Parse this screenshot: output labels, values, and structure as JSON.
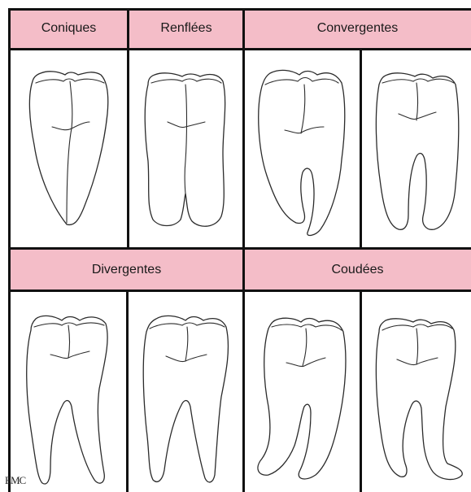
{
  "headers": {
    "coniques": "Coniques",
    "renflees": "Renflées",
    "convergentes": "Convergentes",
    "divergentes": "Divergentes",
    "coudees": "Coudées"
  },
  "logo": "EMC",
  "colors": {
    "header_fill": "#f4bdc8",
    "line": "#111111"
  }
}
